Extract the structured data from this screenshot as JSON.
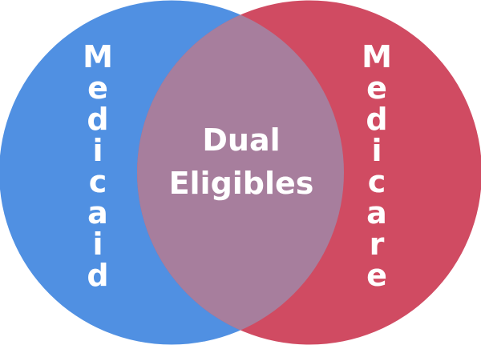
{
  "left": {
    "label": "Medicaid",
    "color": "#5090e2"
  },
  "right": {
    "label": "Medicare",
    "color": "#d04b62"
  },
  "overlap": {
    "line1": "Dual",
    "line2": "Eligibles",
    "color": "#a77e9d"
  }
}
